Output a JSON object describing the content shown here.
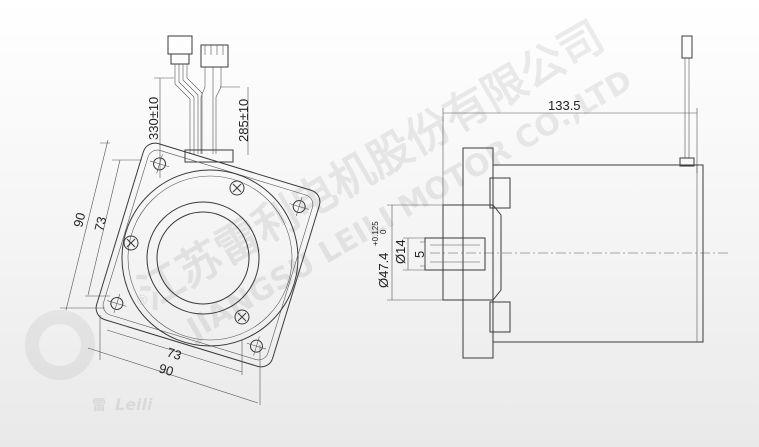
{
  "watermark": {
    "company_cn": "江苏雷利电机股份有限公司",
    "company_en": "JIANGSU LEILI MOTOR CO.,LTD",
    "logo_text": "Leili",
    "logo_cn": "雷",
    "registered_mark": "®"
  },
  "front_view": {
    "lead_length_1": "330±10",
    "lead_length_2": "285±10",
    "flange_outer_left": "90",
    "hole_pitch_left": "73",
    "hole_pitch_bottom": "73",
    "flange_outer_bottom": "90"
  },
  "side_view": {
    "overall_length": "133.5",
    "pilot_diameter": "Ø47.4",
    "pilot_tol_upper": "+0.125",
    "pilot_tol_lower": "0",
    "shaft_diameter": "Ø14",
    "key_width": "5"
  }
}
